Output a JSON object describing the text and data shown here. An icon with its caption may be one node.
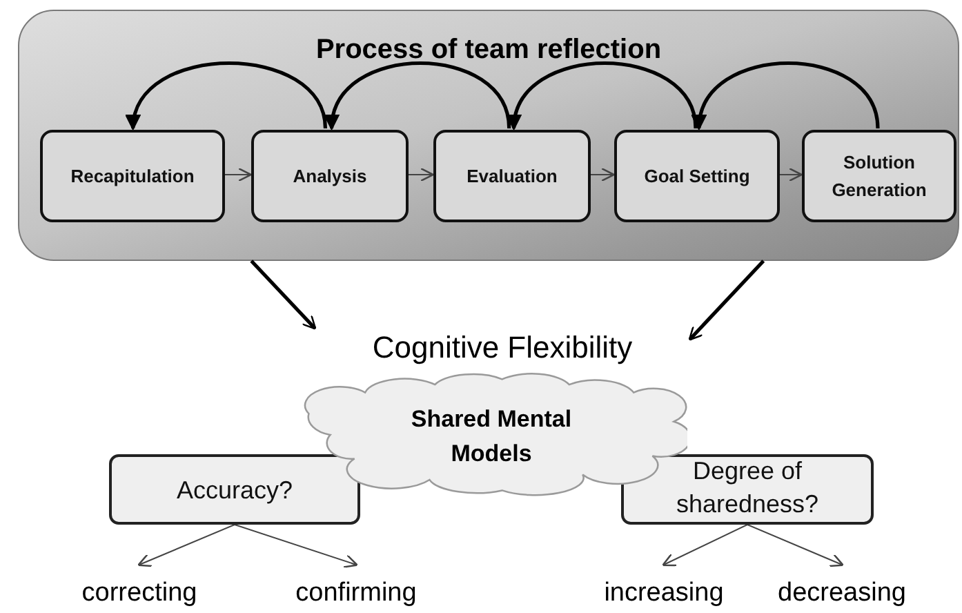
{
  "diagram": {
    "nodes": [
      {
        "text": [
          "Process of team reflection"
        ]
      },
      {
        "text": [
          "Recapitulation"
        ],
        "in": 0
      },
      {
        "text": [
          "Analysis"
        ],
        "in": 0
      },
      {
        "text": [
          "Evaluation"
        ],
        "in": 0
      },
      {
        "text": [
          "Goal Setting"
        ],
        "in": 0
      },
      {
        "text": [
          "Solution Generation"
        ],
        "in": 0
      },
      {
        "text": [
          "Cognitive Flexibility"
        ]
      },
      {
        "text": [
          "Shared Mental Models"
        ]
      },
      {
        "text": [
          "Accuracy?"
        ]
      },
      {
        "text": [
          "Degree of sharedness?"
        ]
      },
      {
        "text": [
          "correcting"
        ]
      },
      {
        "text": [
          "confirming"
        ]
      },
      {
        "text": [
          "increasing"
        ]
      },
      {
        "text": [
          "decreasing"
        ]
      }
    ],
    "edges": [
      {
        "from": 1,
        "to": 2,
        "arrow": "to"
      },
      {
        "from": 2,
        "to": 3,
        "arrow": "to"
      },
      {
        "from": 3,
        "to": 4,
        "arrow": "to"
      },
      {
        "from": 4,
        "to": 5,
        "arrow": "to"
      },
      {
        "from": 2,
        "to": 1,
        "arrow": "to",
        "style": "thick"
      },
      {
        "from": 3,
        "to": 2,
        "arrow": "to",
        "style": "thick"
      },
      {
        "from": 4,
        "to": 3,
        "arrow": "to",
        "style": "thick"
      },
      {
        "from": 5,
        "to": 4,
        "arrow": "to",
        "style": "thick"
      },
      {
        "from": 0,
        "to": 6,
        "arrow": "to",
        "style": "thick"
      },
      {
        "from": 0,
        "to": 6,
        "arrow": "to",
        "style": "thick"
      },
      {
        "from": 8,
        "to": 10,
        "arrow": "to"
      },
      {
        "from": 8,
        "to": 11,
        "arrow": "to"
      },
      {
        "from": 9,
        "to": 12,
        "arrow": "to"
      },
      {
        "from": 9,
        "to": 13,
        "arrow": "to"
      }
    ]
  }
}
